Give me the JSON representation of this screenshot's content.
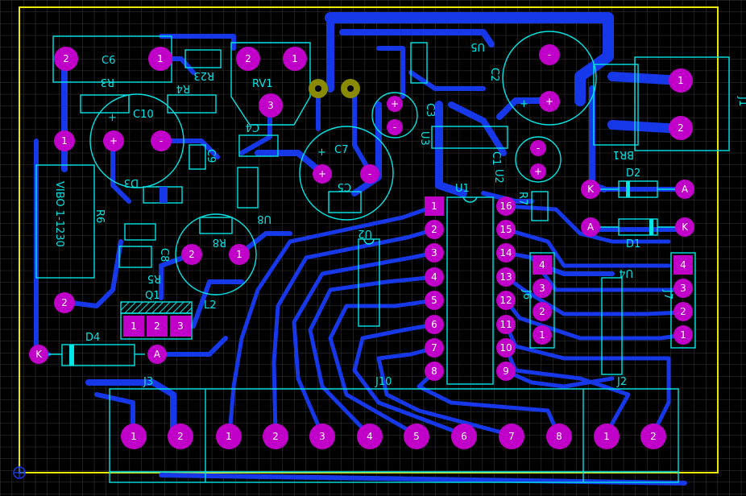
{
  "board": {
    "colors": {
      "background": "#000000",
      "grid": "#3a3a3a",
      "outline": "#e8e800",
      "silkscreen": "#00e5e5",
      "copper": "#1638e8",
      "pad": "#c000c8",
      "via": "#8a8a00"
    },
    "refs": {
      "c6": "C6",
      "r23": "R23",
      "rv1": "RV1",
      "r3": "R3",
      "r4": "R4",
      "c10": "C10",
      "c4": "C4",
      "c7": "C7",
      "c5": "C5",
      "c9": "C9",
      "d3": "D3",
      "r6": "R6",
      "r6_body": "VIBO 1-1230",
      "u8": "U8",
      "r8": "R8",
      "r5": "R5",
      "c8": "C8",
      "l2": "L2",
      "q1": "Q1",
      "d4": "D4",
      "j3": "J3",
      "j10": "J10",
      "u5": "U5",
      "c2": "C2",
      "c3": "C3",
      "u3": "U3",
      "u1": "U1",
      "c1": "C1",
      "r7": "R7",
      "u2": "U2",
      "br1": "BR1",
      "j1": "J1",
      "d2": "D2",
      "d1": "D1",
      "u4": "U4",
      "j6": "J6",
      "j7": "J7",
      "j2": "J2"
    },
    "pin_labels": {
      "one": "1",
      "two": "2",
      "three": "3",
      "four": "4",
      "five": "5",
      "six": "6",
      "seven": "7",
      "eight": "8",
      "nine": "9",
      "ten": "10",
      "eleven": "11",
      "twelve": "12",
      "thirteen": "13",
      "fourteen": "14",
      "fifteen": "15",
      "sixteen": "16",
      "anode": "A",
      "cathode": "K",
      "plus": "+",
      "minus": "-"
    }
  }
}
